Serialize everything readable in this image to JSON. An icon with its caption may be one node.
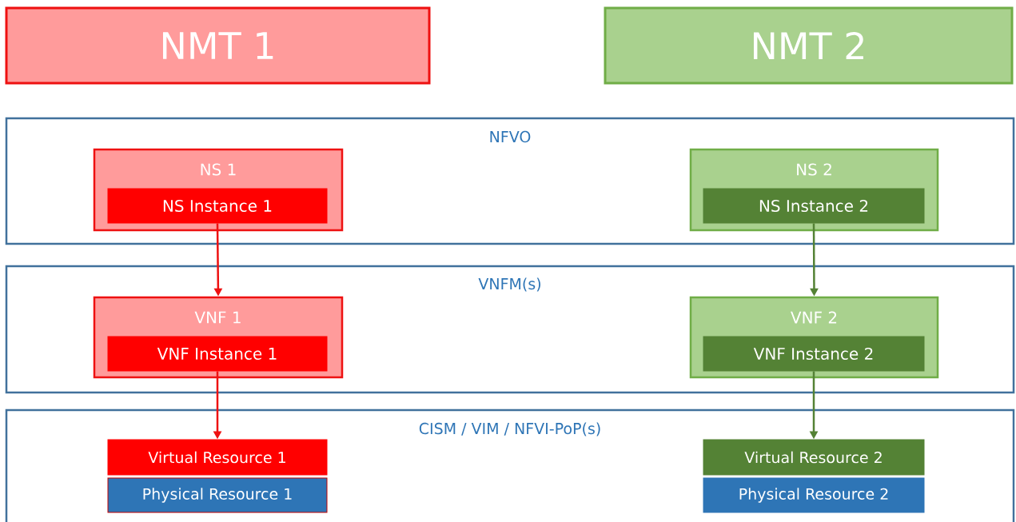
{
  "diagram": {
    "nodes": [
      {
        "text": [
          "NMT 1"
        ]
      },
      {
        "text": [
          "NMT 2"
        ]
      },
      {
        "text": [
          "NFVO"
        ]
      },
      {
        "text": [
          "NS 1"
        ],
        "in": 2
      },
      {
        "text": [
          "NS Instance 1"
        ],
        "in": 3
      },
      {
        "text": [
          "NS 2"
        ],
        "in": 2
      },
      {
        "text": [
          "NS Instance 2"
        ],
        "in": 5
      },
      {
        "text": [
          "VNFM(s)"
        ]
      },
      {
        "text": [
          "VNF 1"
        ],
        "in": 7
      },
      {
        "text": [
          "VNF Instance 1"
        ],
        "in": 8
      },
      {
        "text": [
          "VNF 2"
        ],
        "in": 7
      },
      {
        "text": [
          "VNF Instance 2"
        ],
        "in": 10
      },
      {
        "text": [
          "CISM / VIM / NFVI-PoP(s)"
        ]
      },
      {
        "text": [
          "Virtual Resource 1"
        ],
        "in": 12
      },
      {
        "text": [
          "Physical Resource 1"
        ],
        "in": 12
      },
      {
        "text": [
          "Virtual Resource 2"
        ],
        "in": 12
      },
      {
        "text": [
          "Physical Resource 2"
        ],
        "in": 12
      }
    ],
    "edges": [
      {
        "from": 4,
        "to": 8,
        "arrow": "to",
        "color": "#ee1111"
      },
      {
        "from": 6,
        "to": 10,
        "arrow": "to",
        "color": "#548235"
      },
      {
        "from": 9,
        "to": 13,
        "arrow": "to",
        "color": "#ee1111"
      },
      {
        "from": 11,
        "to": 15,
        "arrow": "to",
        "color": "#548235"
      }
    ]
  }
}
